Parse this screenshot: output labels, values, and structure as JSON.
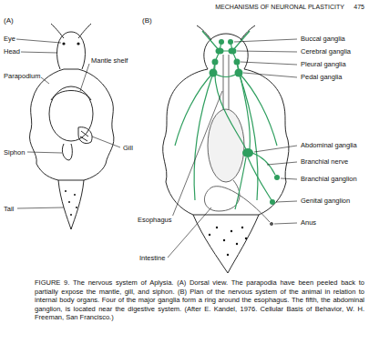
{
  "diagram": {
    "caption": "FIGURE 9. The nervous system of Aplysia. (A) Dorsal view. The parapodia have been peeled back to partially expose the mantle, gill, and siphon. (B) Plan of the nervous system of the animal in relation to internal body organs. Four of the major ganglia form a ring around the esophagus. The fifth, the abdominal ganglion, is located near the digestive system. (After E. Kandel, 1976. Cellular Basis of Behavior, W. H. Freeman, San Francisco.)",
    "labels": [
      "MECHANISMS OF NEURONAL PLASTICITY",
      "475",
      "(A)",
      "Eye",
      "Head",
      "Parapodium",
      "Mantle shelf",
      "Gill",
      "Siphon",
      "Tail",
      "(B)",
      "Buccal ganglia",
      "Cerebral ganglia",
      "Pleural ganglia",
      "Pedal ganglia",
      "Abdominal ganglia",
      "Branchial nerve",
      "Branchial ganglion",
      "Genital ganglion",
      "Anus",
      "Esophagus",
      "Intestine"
    ]
  }
}
